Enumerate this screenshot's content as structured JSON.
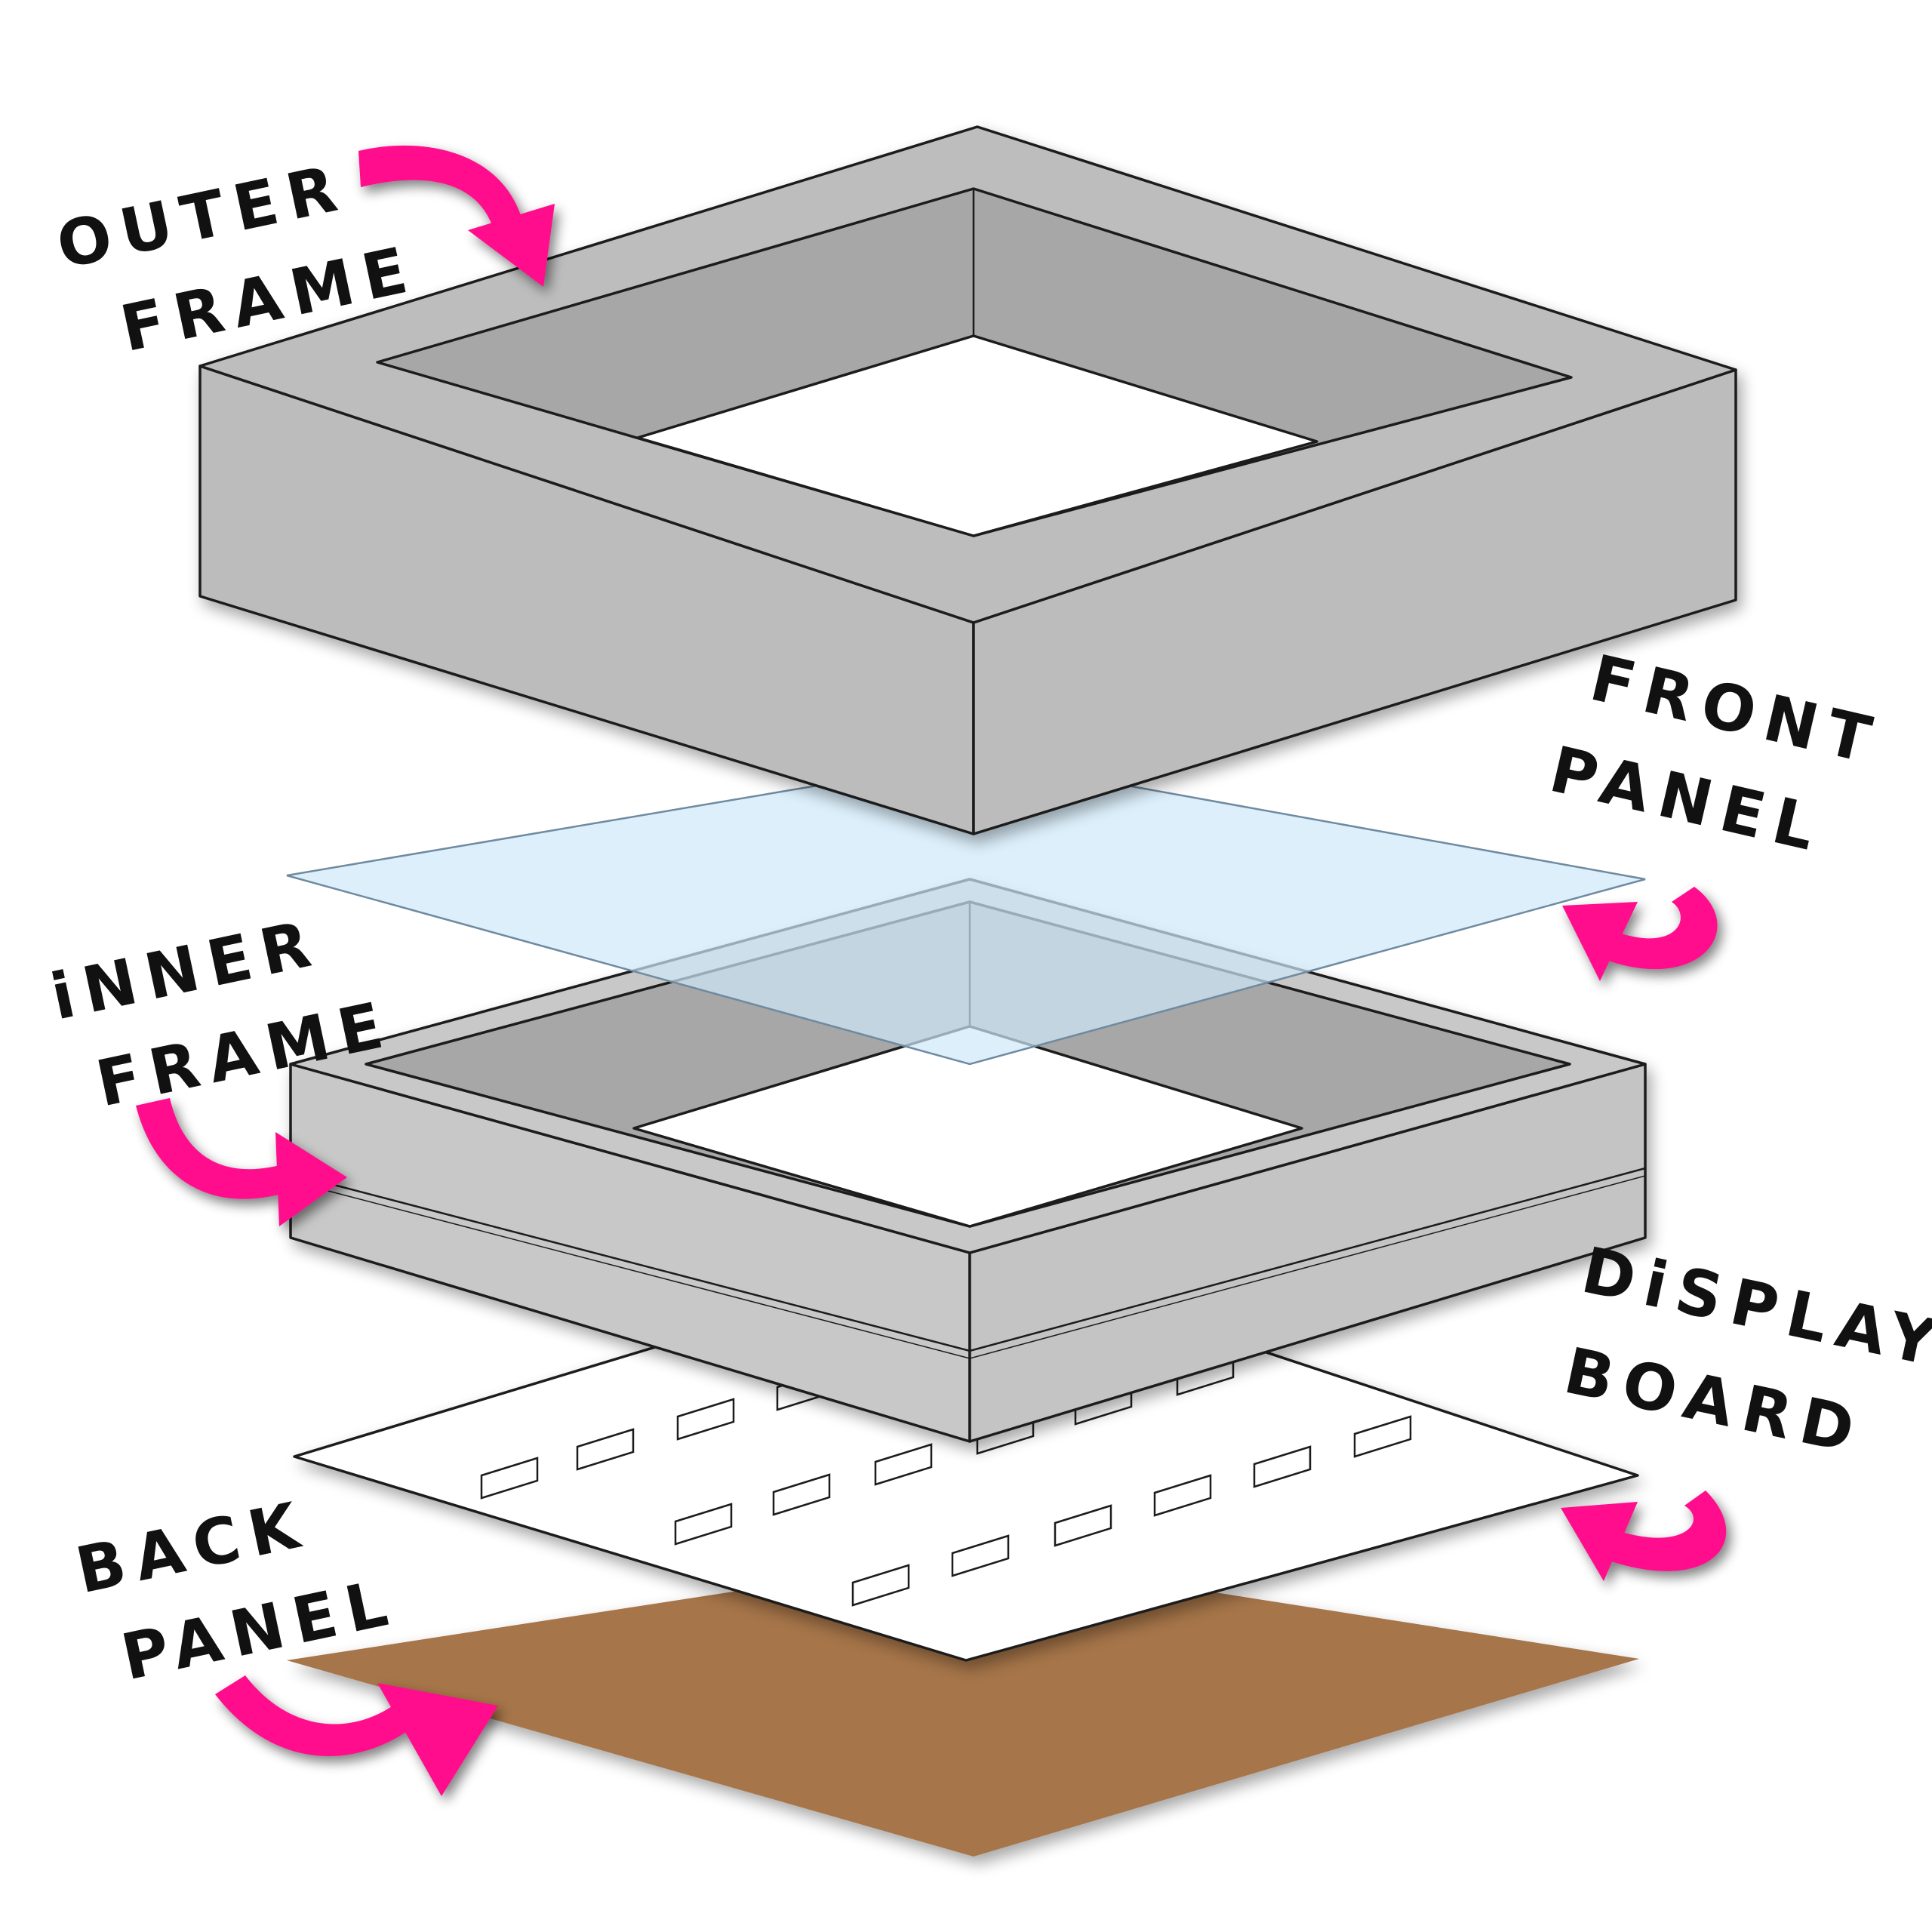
{
  "diagram": {
    "labels": {
      "outer_frame": [
        "OUTER",
        "FRAME"
      ],
      "front_panel": [
        "FRONT",
        "PANEL"
      ],
      "inner_frame": [
        "iNNER",
        "FRAME"
      ],
      "display_board": [
        "DiSPLAY",
        "BOARD"
      ],
      "back_panel": [
        "BACK",
        "PANEL"
      ]
    },
    "colors": {
      "arrow": "#ff0a8c",
      "frame_light": "#c8c8c8",
      "frame_mid": "#b5b5b5",
      "frame_inner": "#a7a7a7",
      "glass": "#cde8fa",
      "back_panel": "#a6744a",
      "board": "#ffffff",
      "outline": "#1a1a1a"
    },
    "icons": [
      "curved-arrow-icon"
    ]
  }
}
